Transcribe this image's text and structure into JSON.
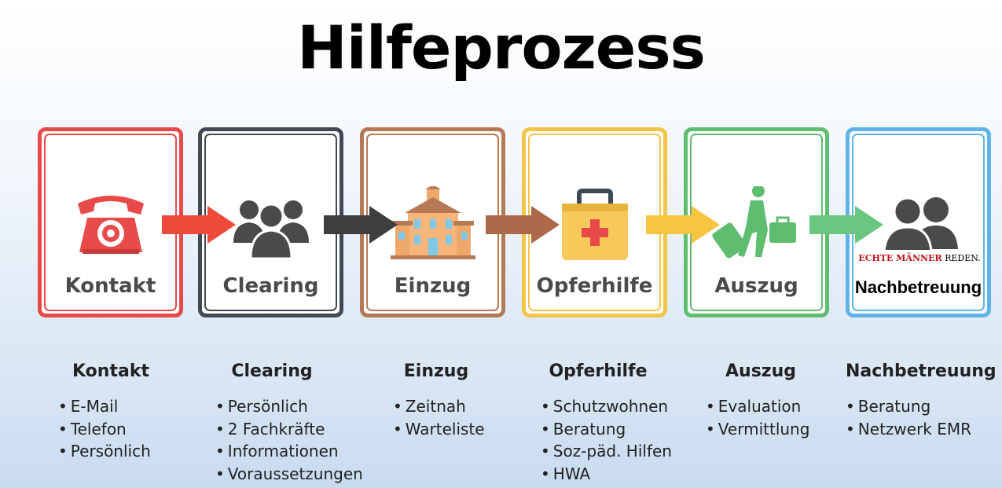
{
  "title": "Hilfeprozess",
  "colors": {
    "kontakt": "#e84a4a",
    "clearing": "#414a52",
    "einzug": "#b57a55",
    "opferhilfe": "#f2c54a",
    "auszug": "#5fbd70",
    "nachbetreuung": "#5fb3e8"
  },
  "steps": [
    {
      "label": "Kontakt",
      "icon": "telephone-icon"
    },
    {
      "label": "Clearing",
      "icon": "group-icon"
    },
    {
      "label": "Einzug",
      "icon": "building-icon"
    },
    {
      "label": "Opferhilfe",
      "icon": "first-aid-kit-icon"
    },
    {
      "label": "Auszug",
      "icon": "traveler-with-luggage-icon"
    },
    {
      "label": "Nachbetreuung",
      "icon": "two-people-icon"
    }
  ],
  "banner": {
    "text_red": "ECHTE MÄNNER",
    "text_black": "REDEN."
  },
  "details": [
    {
      "heading": "Kontakt",
      "items": [
        "E-Mail",
        "Telefon",
        "Persönlich"
      ]
    },
    {
      "heading": "Clearing",
      "items": [
        "Persönlich",
        "2 Fachkräfte",
        "Informationen",
        "Voraussetzungen"
      ]
    },
    {
      "heading": "Einzug",
      "items": [
        "Zeitnah",
        "Warteliste"
      ]
    },
    {
      "heading": "Opferhilfe",
      "items": [
        "Schutzwohnen",
        "Beratung",
        "Soz-päd. Hilfen",
        "HWA"
      ]
    },
    {
      "heading": "Auszug",
      "items": [
        "Evaluation",
        "Vermittlung"
      ]
    },
    {
      "heading": "Nachbetreuung",
      "items": [
        "Beratung",
        "Netzwerk EMR"
      ]
    }
  ]
}
